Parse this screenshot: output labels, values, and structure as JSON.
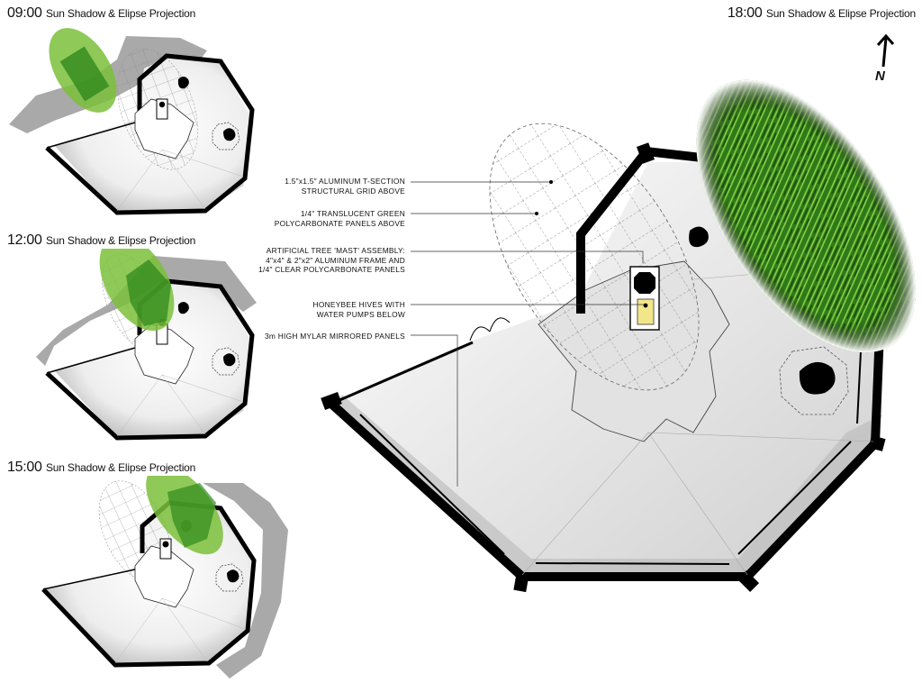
{
  "titles": {
    "t09": {
      "time": "09:00",
      "rest": "Sun Shadow & Elipse Projection"
    },
    "t12": {
      "time": "12:00",
      "rest": "Sun Shadow & Elipse Projection"
    },
    "t15": {
      "time": "15:00",
      "rest": "Sun Shadow & Elipse Projection"
    },
    "t18": {
      "time": "18:00",
      "rest": "Sun Shadow & Elipse Projection"
    }
  },
  "north": {
    "label": "N",
    "icon": "north-arrow-icon"
  },
  "callouts": [
    {
      "lines": [
        "1.5\"x1.5\" ALUMINUM T-SECTION",
        "STRUCTURAL GRID ABOVE"
      ]
    },
    {
      "lines": [
        "1/4\" TRANSLUCENT GREEN",
        "POLYCARBONATE PANELS ABOVE"
      ]
    },
    {
      "lines": [
        "ARTIFICIAL TREE 'MAST' ASSEMBLY:",
        "4\"x4\" & 2\"x2\" ALUMINUM FRAME AND",
        "1/4\" CLEAR POLYCARBONATE PANELS"
      ]
    },
    {
      "lines": [
        "HONEYBEE HIVES WITH",
        "WATER PUMPS BELOW"
      ]
    },
    {
      "lines": [
        "3m HIGH MYLAR MIRRORED PANELS"
      ]
    }
  ],
  "colors": {
    "wall": "#000000",
    "shadow": "#9a9a9a",
    "green_canopy": "#3d9a1f",
    "light_green": "#8cc94a",
    "hive_yellow": "#f2e68a",
    "grid_line": "#777777"
  }
}
